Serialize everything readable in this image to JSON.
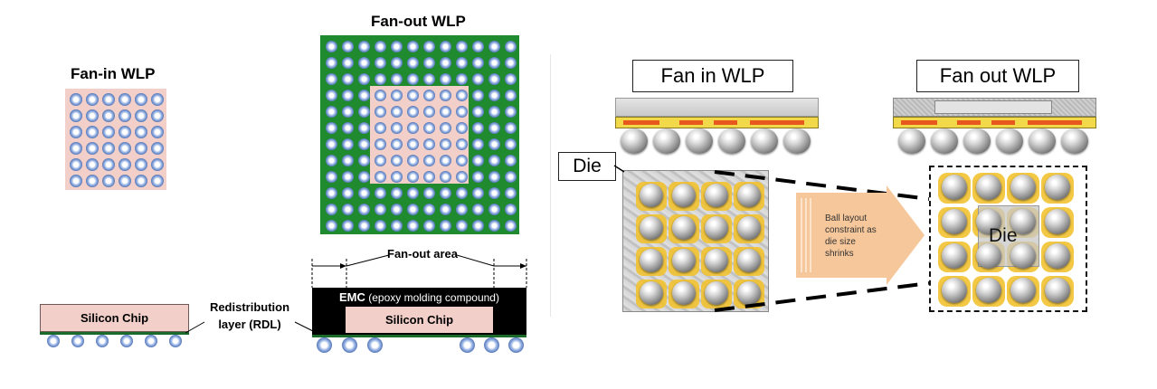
{
  "fan_in": {
    "title": "Fan-in WLP",
    "chip_label": "Silicon Chip",
    "rdl_label_line1": "Redistribution",
    "rdl_label_line2": "layer (RDL)"
  },
  "fan_out": {
    "title": "Fan-out WLP",
    "area_label": "Fan-out area",
    "emc_label_bold": "EMC",
    "emc_label_rest": " (epoxy molding compound)",
    "chip_label": "Silicon Chip"
  },
  "right_panel": {
    "fan_in_label": "Fan in WLP",
    "fan_out_label": "Fan out WLP",
    "die_label_left": "Die",
    "die_label_right": "Die",
    "arrow_text_lines": [
      "Ball layout",
      "constraint as",
      "die size",
      "shrinks"
    ]
  },
  "colors": {
    "chip_fill": "#f2cfc8",
    "substrate_green": "#1f8a2e",
    "ball_blue": "#3f63a8",
    "emc_black": "#000000",
    "rdl_yellow": "#f2d94a",
    "rdl_orange": "#e8581e",
    "arrow_fill": "#f6c79a",
    "trace_yellow": "#f2c230"
  }
}
